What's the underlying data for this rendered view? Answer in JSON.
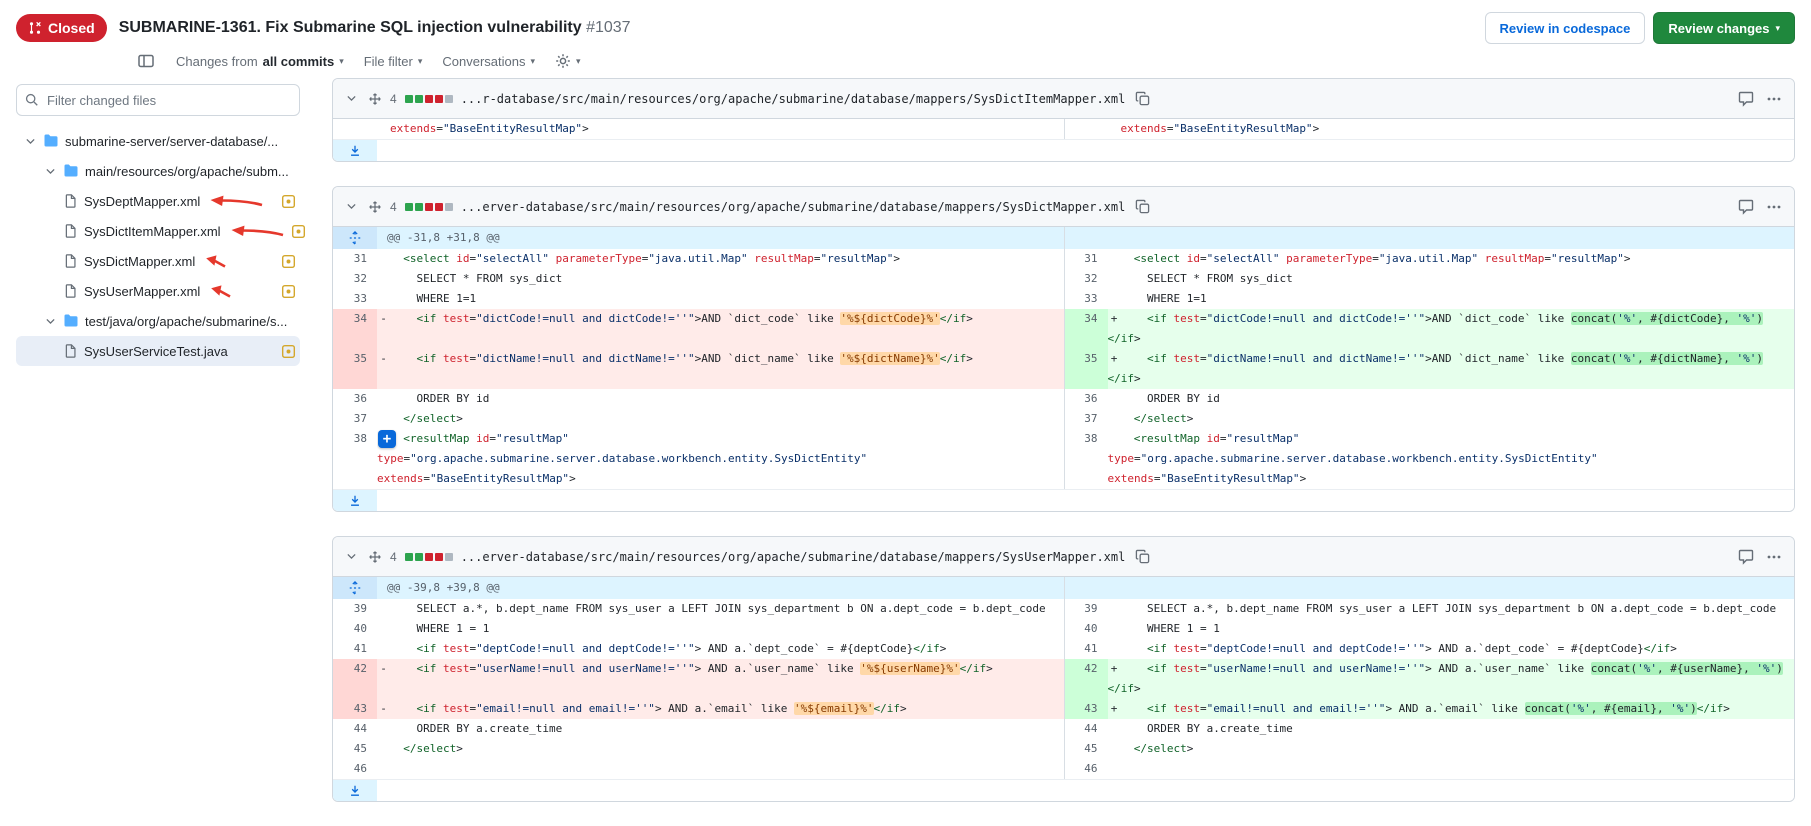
{
  "pr": {
    "status_label": "Closed",
    "title": "SUBMARINE-1361. Fix Submarine SQL injection vulnerability",
    "number": "#1037",
    "actions": {
      "codespace": "Review in codespace",
      "review": "Review changes"
    },
    "toolbar": {
      "changes_from_prefix": "Changes from",
      "changes_from_value": "all commits",
      "file_filter": "File filter",
      "conversations": "Conversations"
    }
  },
  "sidebar": {
    "filter_placeholder": "Filter changed files",
    "tree": [
      {
        "kind": "folder",
        "label": "submarine-server/server-database/...",
        "depth": 0
      },
      {
        "kind": "folder",
        "label": "main/resources/org/apache/subm...",
        "depth": 1
      },
      {
        "kind": "file",
        "label": "SysDeptMapper.xml",
        "depth": 2,
        "status": "modified",
        "arrow": "long"
      },
      {
        "kind": "file",
        "label": "SysDictItemMapper.xml",
        "depth": 2,
        "status": "modified",
        "arrow": "long"
      },
      {
        "kind": "file",
        "label": "SysDictMapper.xml",
        "depth": 2,
        "status": "modified",
        "arrow": "short"
      },
      {
        "kind": "file",
        "label": "SysUserMapper.xml",
        "depth": 2,
        "status": "modified",
        "arrow": "short"
      },
      {
        "kind": "folder",
        "label": "test/java/org/apache/submarine/s...",
        "depth": 1
      },
      {
        "kind": "file",
        "label": "SysUserServiceTest.java",
        "depth": 2,
        "status": "modified",
        "selected": true
      }
    ]
  },
  "diff": {
    "colors": {
      "addition": "#2da44e",
      "deletion": "#cf222e",
      "neutral": "#afb8c1",
      "add_line_bg": "#e6ffec",
      "del_line_bg": "#ffebe9",
      "add_word_bg": "#abf2bc",
      "del_word_bg": "#ffd8a8"
    },
    "files": [
      {
        "changes": "4",
        "additions": 2,
        "deletions": 2,
        "path": "...r-database/src/main/resources/org/apache/submarine/database/mappers/SysDictItemMapper.xml",
        "rows": [
          {
            "l": {
              "n": "",
              "k": "ctx",
              "lines": [
                [
                  "extends=\"BaseEntityResultMap\">"
                ]
              ]
            },
            "r": {
              "n": "",
              "k": "ctx",
              "lines": [
                [
                  "extends=\"BaseEntityResultMap\">"
                ]
              ]
            }
          }
        ],
        "expand_bottom": true
      },
      {
        "changes": "4",
        "additions": 2,
        "deletions": 2,
        "path": "...erver-database/src/main/resources/org/apache/submarine/database/mappers/SysDictMapper.xml",
        "hunk": "@@ -31,8 +31,8 @@",
        "rows": [
          {
            "l": {
              "n": "31",
              "k": "ctx",
              "lines": [
                [
                  "  <select id=\"selectAll\" parameterType=\"java.util.Map\" resultMap=\"resultMap\">"
                ]
              ]
            },
            "r": {
              "n": "31",
              "k": "ctx",
              "lines": [
                [
                  "  <select id=\"selectAll\" parameterType=\"java.util.Map\" resultMap=\"resultMap\">"
                ]
              ]
            }
          },
          {
            "l": {
              "n": "32",
              "k": "ctx",
              "lines": [
                [
                  "    SELECT * FROM sys_dict"
                ]
              ]
            },
            "r": {
              "n": "32",
              "k": "ctx",
              "lines": [
                [
                  "    SELECT * FROM sys_dict"
                ]
              ]
            }
          },
          {
            "l": {
              "n": "33",
              "k": "ctx",
              "lines": [
                [
                  "    WHERE 1=1"
                ]
              ]
            },
            "r": {
              "n": "33",
              "k": "ctx",
              "lines": [
                [
                  "    WHERE 1=1"
                ]
              ]
            }
          },
          {
            "l": {
              "n": "34",
              "k": "del",
              "lines": [
                [
                  "    <if test=\"dictCode!=null and dictCode!=''\">AND `dict_code` like ",
                  {
                    "t": "'%${dictCode}%'",
                    "hl": true
                  },
                  "</if>"
                ]
              ]
            },
            "r": {
              "n": "34",
              "k": "add",
              "lines": [
                [
                  "    <if test=\"dictCode!=null and dictCode!=''\">AND `dict_code` like ",
                  {
                    "t": "concat('%', #{dictCode}, '%')",
                    "hl": true
                  }
                ],
                [
                  "</if>"
                ]
              ]
            }
          },
          {
            "l": {
              "n": "35",
              "k": "del",
              "lines": [
                [
                  "    <if test=\"dictName!=null and dictName!=''\">AND `dict_name` like ",
                  {
                    "t": "'%${dictName}%'",
                    "hl": true
                  },
                  "</if>"
                ]
              ]
            },
            "r": {
              "n": "35",
              "k": "add",
              "lines": [
                [
                  "    <if test=\"dictName!=null and dictName!=''\">AND `dict_name` like ",
                  {
                    "t": "concat('%', #{dictName}, '%')",
                    "hl": true
                  }
                ],
                [
                  "</if>"
                ]
              ]
            }
          },
          {
            "l": {
              "n": "36",
              "k": "ctx",
              "lines": [
                [
                  "    ORDER BY id"
                ]
              ]
            },
            "r": {
              "n": "36",
              "k": "ctx",
              "lines": [
                [
                  "    ORDER BY id"
                ]
              ]
            }
          },
          {
            "l": {
              "n": "37",
              "k": "ctx",
              "lines": [
                [
                  "  </select>"
                ]
              ]
            },
            "r": {
              "n": "37",
              "k": "ctx",
              "lines": [
                [
                  "  </select>"
                ]
              ]
            }
          },
          {
            "plus": true,
            "l": {
              "n": "38",
              "k": "ctx",
              "lines": [
                [
                  "  <resultMap id=\"resultMap\""
                ],
                [
                  "type=\"org.apache.submarine.server.database.workbench.entity.SysDictEntity\""
                ],
                [
                  "extends=\"BaseEntityResultMap\">"
                ]
              ]
            },
            "r": {
              "n": "38",
              "k": "ctx",
              "lines": [
                [
                  "  <resultMap id=\"resultMap\""
                ],
                [
                  "type=\"org.apache.submarine.server.database.workbench.entity.SysDictEntity\""
                ],
                [
                  "extends=\"BaseEntityResultMap\">"
                ]
              ]
            }
          }
        ],
        "expand_bottom": true
      },
      {
        "changes": "4",
        "additions": 2,
        "deletions": 2,
        "path": "...erver-database/src/main/resources/org/apache/submarine/database/mappers/SysUserMapper.xml",
        "hunk": "@@ -39,8 +39,8 @@",
        "rows": [
          {
            "l": {
              "n": "39",
              "k": "ctx",
              "lines": [
                [
                  "    SELECT a.*, b.dept_name FROM sys_user a LEFT JOIN sys_department b ON a.dept_code = b.dept_code"
                ]
              ]
            },
            "r": {
              "n": "39",
              "k": "ctx",
              "lines": [
                [
                  "    SELECT a.*, b.dept_name FROM sys_user a LEFT JOIN sys_department b ON a.dept_code = b.dept_code"
                ]
              ]
            }
          },
          {
            "l": {
              "n": "40",
              "k": "ctx",
              "lines": [
                [
                  "    WHERE 1 = 1"
                ]
              ]
            },
            "r": {
              "n": "40",
              "k": "ctx",
              "lines": [
                [
                  "    WHERE 1 = 1"
                ]
              ]
            }
          },
          {
            "l": {
              "n": "41",
              "k": "ctx",
              "lines": [
                [
                  "    <if test=\"deptCode!=null and deptCode!=''\"> AND a.`dept_code` = #{deptCode}</if>"
                ]
              ]
            },
            "r": {
              "n": "41",
              "k": "ctx",
              "lines": [
                [
                  "    <if test=\"deptCode!=null and deptCode!=''\"> AND a.`dept_code` = #{deptCode}</if>"
                ]
              ]
            }
          },
          {
            "l": {
              "n": "42",
              "k": "del",
              "lines": [
                [
                  "    <if test=\"userName!=null and userName!=''\"> AND a.`user_name` like ",
                  {
                    "t": "'%${userName}%'",
                    "hl": true
                  },
                  "</if>"
                ]
              ]
            },
            "r": {
              "n": "42",
              "k": "add",
              "lines": [
                [
                  "    <if test=\"userName!=null and userName!=''\"> AND a.`user_name` like ",
                  {
                    "t": "concat('%', #{userName}, '%')",
                    "hl": true
                  }
                ],
                [
                  "</if>"
                ]
              ]
            }
          },
          {
            "l": {
              "n": "43",
              "k": "del",
              "lines": [
                [
                  "    <if test=\"email!=null and email!=''\"> AND a.`email` like ",
                  {
                    "t": "'%${email}%'",
                    "hl": true
                  },
                  "</if>"
                ]
              ]
            },
            "r": {
              "n": "43",
              "k": "add",
              "lines": [
                [
                  "    <if test=\"email!=null and email!=''\"> AND a.`email` like ",
                  {
                    "t": "concat('%', #{email}, '%')",
                    "hl": true
                  },
                  "</if>"
                ]
              ]
            }
          },
          {
            "l": {
              "n": "44",
              "k": "ctx",
              "lines": [
                [
                  "    ORDER BY a.create_time"
                ]
              ]
            },
            "r": {
              "n": "44",
              "k": "ctx",
              "lines": [
                [
                  "    ORDER BY a.create_time"
                ]
              ]
            }
          },
          {
            "l": {
              "n": "45",
              "k": "ctx",
              "lines": [
                [
                  "  </select>"
                ]
              ]
            },
            "r": {
              "n": "45",
              "k": "ctx",
              "lines": [
                [
                  "  </select>"
                ]
              ]
            }
          },
          {
            "l": {
              "n": "46",
              "k": "ctx",
              "lines": [
                [
                  ""
                ]
              ]
            },
            "r": {
              "n": "46",
              "k": "ctx",
              "lines": [
                [
                  ""
                ]
              ]
            }
          }
        ],
        "expand_bottom": true
      }
    ]
  }
}
